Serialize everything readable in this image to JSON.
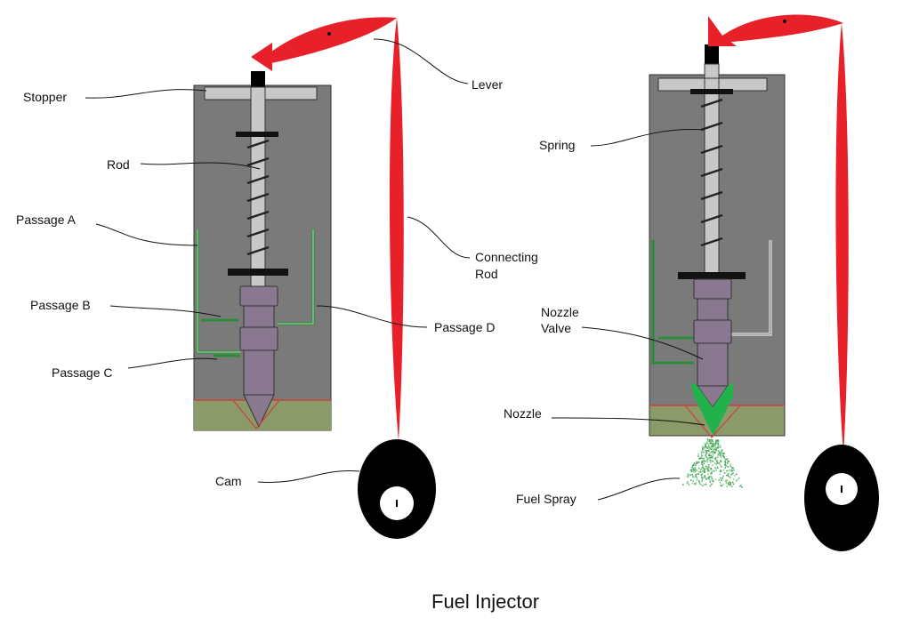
{
  "title": "Fuel Injector",
  "labels": {
    "stopper": "Stopper",
    "rod": "Rod",
    "passage_a": "Passage A",
    "passage_b": "Passage B",
    "passage_c": "Passage C",
    "passage_d": "Passage D",
    "lever": "Lever",
    "connecting_rod_1": "Connecting",
    "connecting_rod_2": "Rod",
    "cam": "Cam",
    "spring": "Spring",
    "nozzle_valve_1": "Nozzle",
    "nozzle_valve_2": "Valve",
    "nozzle": "Nozzle",
    "fuel_spray": "Fuel Spray"
  },
  "colors": {
    "body": "#7a7a7a",
    "rod": "#c8c8c8",
    "valve": "#8a7890",
    "passage": "#2e8b3a",
    "base": "#8a9a68",
    "lever": "#e8202a",
    "cam": "#000000",
    "spray": "#7fc98a"
  }
}
